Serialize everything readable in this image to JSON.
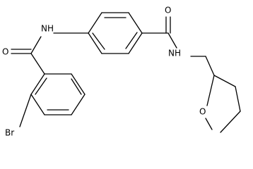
{
  "molecule": {
    "labels": {
      "nh_left": "NH",
      "o_carbonyl_left": "O",
      "o_carbonyl_right": "O",
      "nh_right": "NH",
      "o_ring": "O",
      "br": "Br"
    }
  },
  "colors": {
    "bond": "#000000",
    "text": "#000000",
    "background": "#ffffff"
  }
}
